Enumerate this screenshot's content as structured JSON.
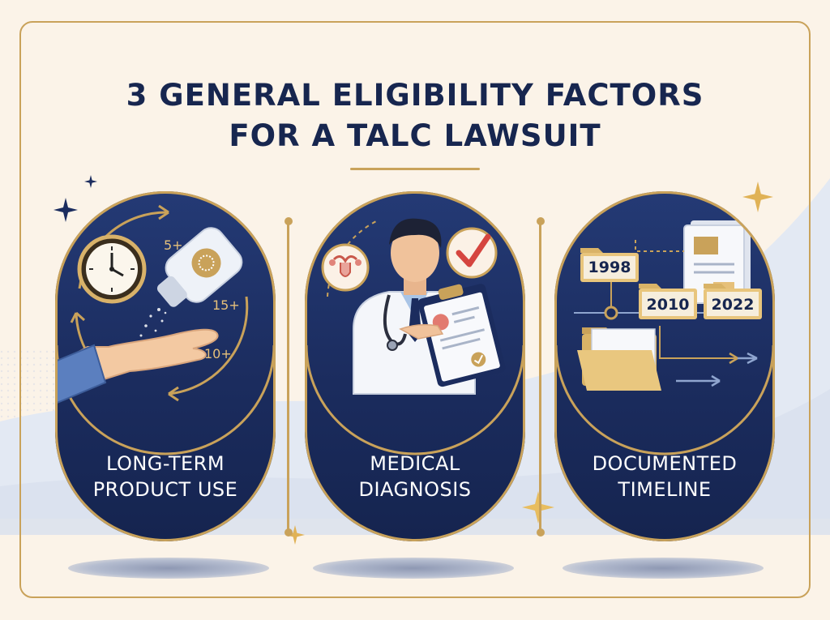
{
  "title": {
    "line1": "3 GENERAL ELIGIBILITY FACTORS",
    "line2": "FOR A TALC LAWSUIT"
  },
  "cards": [
    {
      "label_line1": "LONG-TERM",
      "label_line2": "PRODUCT USE",
      "markers": [
        "5+",
        "15+",
        "10+"
      ]
    },
    {
      "label_line1": "MEDICAL",
      "label_line2": "DIAGNOSIS"
    },
    {
      "label_line1": "DOCUMENTED",
      "label_line2": "TIMELINE",
      "years": [
        "1998",
        "2010",
        "2022"
      ]
    }
  ],
  "colors": {
    "navy": "#1b2c5e",
    "gold": "#c9a25a",
    "cream": "#fbf3e8",
    "check_red": "#d5453f"
  }
}
